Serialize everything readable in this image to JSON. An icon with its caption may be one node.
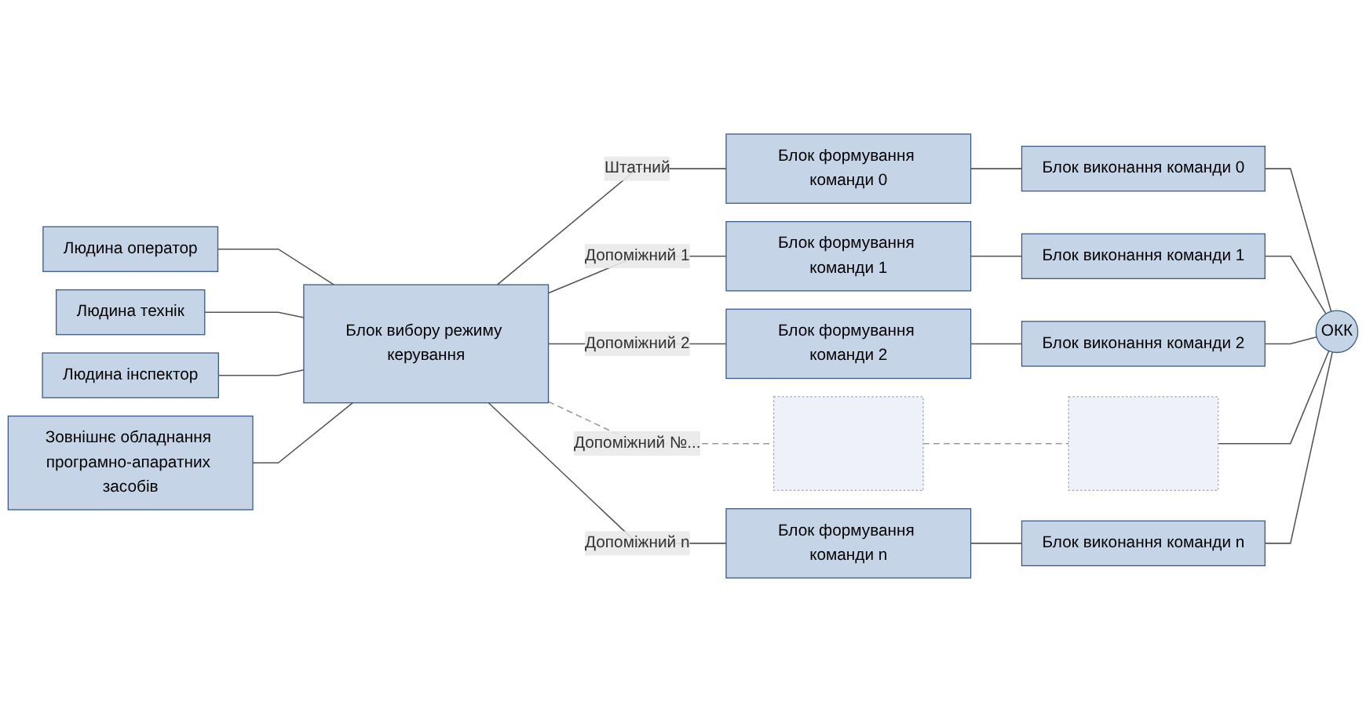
{
  "diagram": {
    "nodes": [
      {
        "text": [
          "Людина оператор"
        ]
      },
      {
        "text": [
          "Людина технік"
        ]
      },
      {
        "text": [
          "Людина інспектор"
        ]
      },
      {
        "text": [
          "Зовнішнє обладнання програмно-апаратних засобів"
        ]
      },
      {
        "text": [
          "Блок вибору режиму керування"
        ]
      },
      {
        "text": [
          "Блок формування команди 0"
        ]
      },
      {
        "text": [
          "Блок виконання команди 0"
        ]
      },
      {
        "text": [
          "Блок формування команди 1"
        ]
      },
      {
        "text": [
          "Блок виконання команди 1"
        ]
      },
      {
        "text": [
          "Блок формування команди 2"
        ]
      },
      {
        "text": [
          "Блок виконання команди 2"
        ]
      },
      {
        "text": [],
        "shape": "box"
      },
      {
        "text": [],
        "shape": "box"
      },
      {
        "text": [
          "Блок формування команди n"
        ]
      },
      {
        "text": [
          "Блок виконання команди n"
        ]
      },
      {
        "text": [
          "ОКК"
        ]
      }
    ],
    "edges": [
      {
        "from": 0,
        "to": 4,
        "arrow": "none"
      },
      {
        "from": 1,
        "to": 4,
        "arrow": "none"
      },
      {
        "from": 2,
        "to": 4,
        "arrow": "none"
      },
      {
        "from": 3,
        "to": 4,
        "arrow": "none"
      },
      {
        "from": 4,
        "to": 5,
        "arrow": "none",
        "label": "Штатний"
      },
      {
        "from": 4,
        "to": 7,
        "arrow": "none",
        "label": "Допоміжний 1"
      },
      {
        "from": 4,
        "to": 9,
        "arrow": "none",
        "label": "Допоміжний 2"
      },
      {
        "from": 4,
        "to": 11,
        "arrow": "none",
        "label": "Допоміжний №...",
        "style": "dashed",
        "color": "#999999"
      },
      {
        "from": 4,
        "to": 13,
        "arrow": "none",
        "label": "Допоміжний n"
      },
      {
        "from": 5,
        "to": 6,
        "arrow": "none"
      },
      {
        "from": 7,
        "to": 8,
        "arrow": "none"
      },
      {
        "from": 9,
        "to": 10,
        "arrow": "none"
      },
      {
        "from": 11,
        "to": 12,
        "arrow": "none",
        "style": "dashed",
        "color": "#999999"
      },
      {
        "from": 13,
        "to": 14,
        "arrow": "none"
      },
      {
        "from": 6,
        "to": 15,
        "arrow": "none"
      },
      {
        "from": 8,
        "to": 15,
        "arrow": "none"
      },
      {
        "from": 10,
        "to": 15,
        "arrow": "none"
      },
      {
        "from": 12,
        "to": 15,
        "arrow": "none"
      },
      {
        "from": 14,
        "to": 15,
        "arrow": "none"
      }
    ]
  }
}
